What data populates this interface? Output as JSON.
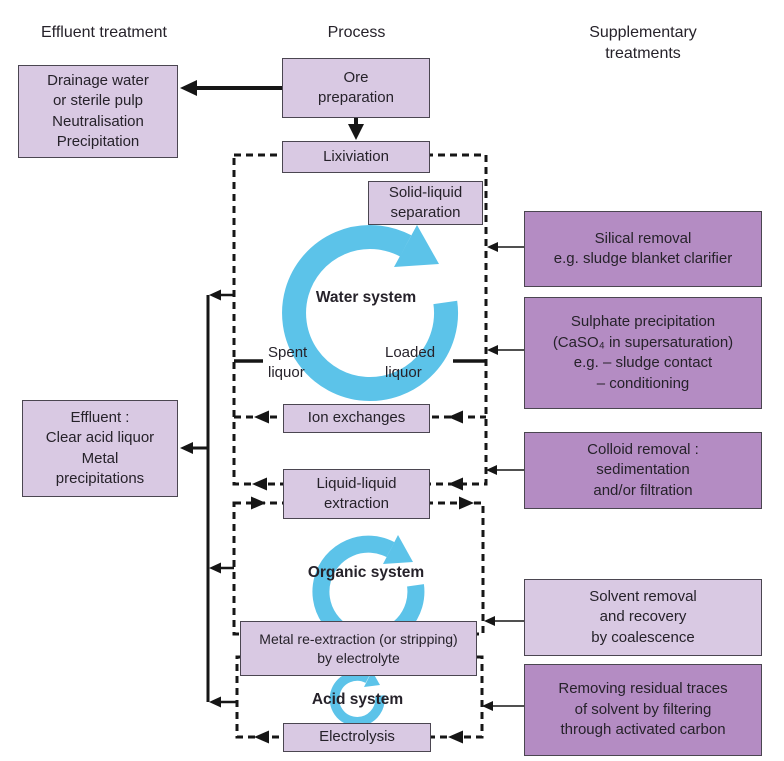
{
  "headers": {
    "effluent": "Effluent treatment",
    "process": "Process",
    "supplementary": "Supplementary\ntreatments"
  },
  "effluent_column": {
    "drainage": "Drainage water\nor sterile pulp\nNeutralisation\nPrecipitation",
    "effluent": "Effluent :\nClear acid liquor\nMetal\nprecipitations"
  },
  "process_column": {
    "ore_preparation": "Ore\npreparation",
    "lixiviation": "Lixiviation",
    "solid_liquid": "Solid-liquid\nseparation",
    "ion_exchanges": "Ion exchanges",
    "liquid_liquid": "Liquid-liquid\nextraction",
    "metal_reextraction": "Metal re-extraction (or stripping)\nby electrolyte",
    "electrolysis": "Electrolysis"
  },
  "loop_labels": {
    "water": "Water system",
    "organic": "Organic system",
    "acid": "Acid system",
    "spent_liquor": "Spent\nliquor",
    "loaded_liquor": "Loaded\nliquor"
  },
  "supplementary_column": {
    "silical": "Silical removal\ne.g. sludge blanket clarifier",
    "sulphate": "Sulphate precipitation\n(CaSO₄ in supersaturation)\ne.g. – sludge contact\n– conditioning",
    "colloid": "Colloid removal :\nsedimentation\nand/or filtration",
    "solvent": "Solvent removal\nand recovery\nby coalescence",
    "removing": "Removing residual traces\nof solvent by filtering\nthrough activated carbon"
  },
  "colors": {
    "box_light": "#d9c9e3",
    "box_dark": "#b48cc3",
    "loop_blue": "#5cc3e9",
    "line": "#161616",
    "text": "#26222a"
  }
}
